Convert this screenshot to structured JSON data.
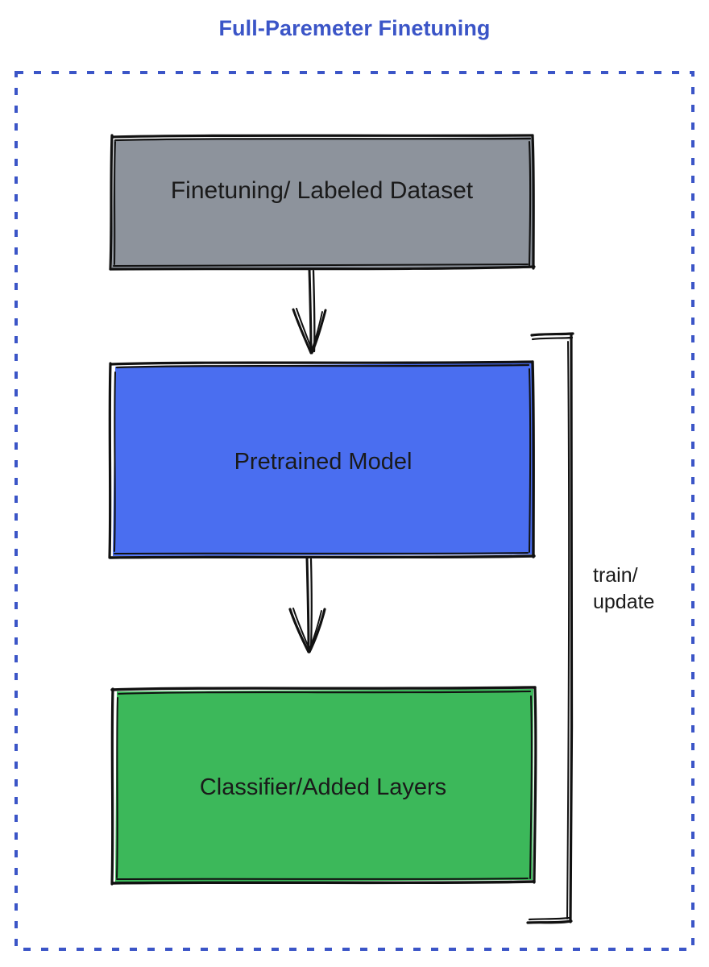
{
  "title": "Full-Paremeter Finetuning",
  "frame": {
    "name": "dashed-boundary",
    "style": "dashed",
    "color": "#3b55c7"
  },
  "colors": {
    "title": "#3b55c7",
    "frame_dash": "#3b55c7",
    "dataset_fill": "#8d939c",
    "pretrained_fill": "#4a6ef0",
    "classifier_fill": "#3cb85a",
    "stroke": "#111111",
    "label_text": "#1a1a1a",
    "background": "#ffffff"
  },
  "nodes": [
    {
      "id": "dataset",
      "label": "Finetuning/ Labeled Dataset",
      "fill": "#8d939c",
      "shape": "rectangle"
    },
    {
      "id": "pretrained",
      "label": "Pretrained Model",
      "fill": "#4a6ef0",
      "shape": "rectangle"
    },
    {
      "id": "classifier",
      "label": "Classifier/Added Layers",
      "fill": "#3cb85a",
      "shape": "rectangle"
    }
  ],
  "edges": [
    {
      "id": "dataset-to-pretrained",
      "from": "dataset",
      "to": "pretrained",
      "label": "",
      "arrow": true
    },
    {
      "id": "pretrained-to-classifier",
      "from": "pretrained",
      "to": "classifier",
      "label": "",
      "arrow": true
    },
    {
      "id": "feedback-bracket",
      "from": "classifier",
      "to": "pretrained",
      "label_line1": "train/",
      "label_line2": "update",
      "arrow": false
    }
  ],
  "feedback_label": {
    "line1": "train/",
    "line2": "update"
  }
}
